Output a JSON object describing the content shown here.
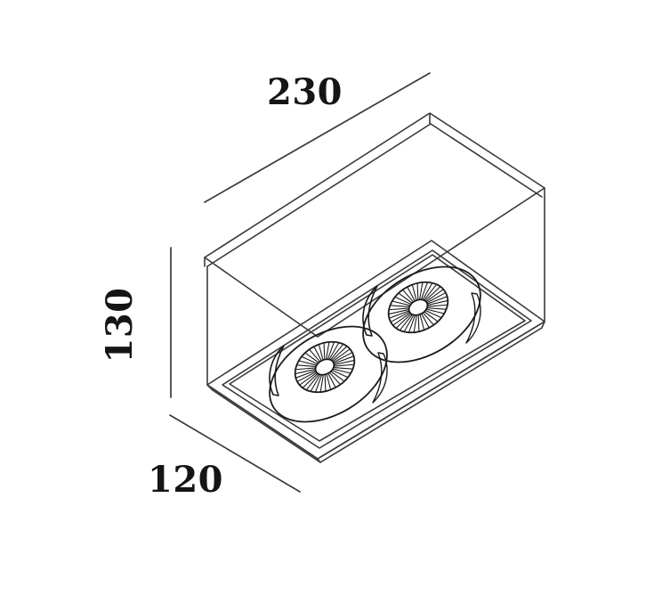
{
  "drawing": {
    "type": "technical-line-drawing",
    "subject": "surface-mounted rectangular ceiling spotlight with two round reflectors",
    "projection": "isometric",
    "background_color": "#ffffff",
    "line_color": "#3a3a3a",
    "line_color_dark": "#1c1c1c",
    "text_color": "#151515"
  },
  "dimensions": {
    "width": {
      "label": "230",
      "unit_implied": "mm",
      "orientation": "diagonal-top-left",
      "axis": "length"
    },
    "height": {
      "label": "130",
      "unit_implied": "mm",
      "orientation": "vertical-rotated-90-ccw",
      "axis": "height"
    },
    "depth": {
      "label": "120",
      "unit_implied": "mm",
      "orientation": "diagonal-bottom-left",
      "axis": "depth"
    }
  },
  "reflectors": {
    "count": 2,
    "spokes_per_reflector": 36,
    "labels": [
      "reflector-left",
      "reflector-right"
    ]
  }
}
